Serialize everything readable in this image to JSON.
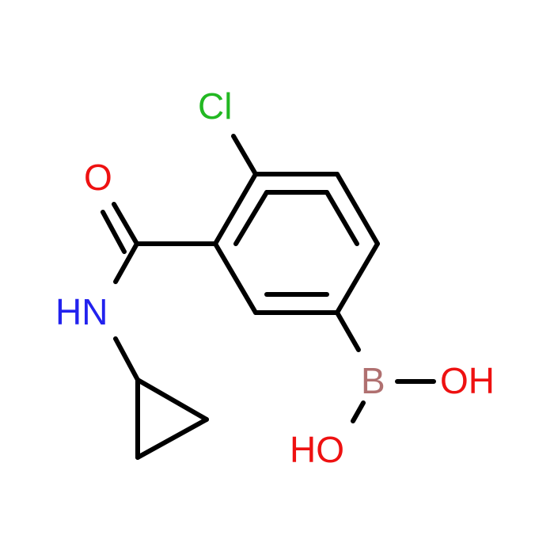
{
  "molecule": {
    "atoms": {
      "cl": {
        "text": "Cl",
        "color": "#22b822"
      },
      "o_carbonyl": {
        "text": "O",
        "color": "#ee1111"
      },
      "nh": {
        "text": "HN",
        "color": "#2222ee"
      },
      "b": {
        "text": "B",
        "color": "#b07070"
      },
      "oh_right": {
        "text": "OH",
        "color": "#ee1111"
      },
      "ho_bottom": {
        "text": "HO",
        "color": "#ee1111"
      }
    }
  }
}
